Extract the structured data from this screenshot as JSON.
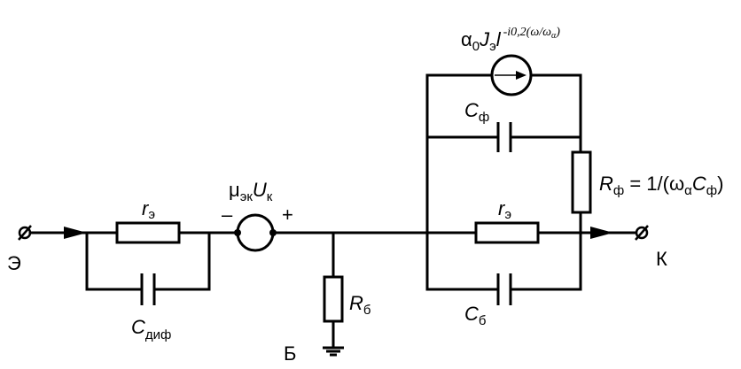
{
  "terminals": {
    "emitter": "Э",
    "collector": "К",
    "base": "Б"
  },
  "components": {
    "r_e_left": {
      "main": "r",
      "sub": "э"
    },
    "c_dif": {
      "main": "C",
      "sub": "диф"
    },
    "mu_source": {
      "main": "μ",
      "sub1": "эк",
      "main2": "U",
      "sub2": "к"
    },
    "mu_minus": "–",
    "mu_plus": "+",
    "r_b": {
      "main": "R",
      "sub": "б"
    },
    "c_f": {
      "main": "C",
      "sub": "ф"
    },
    "r_e_right": {
      "main": "r",
      "sub": "э"
    },
    "c_b": {
      "main": "C",
      "sub": "б"
    },
    "current_source": {
      "alpha": "α",
      "alpha_sub": "0",
      "j": "J",
      "j_sub": "э",
      "rest": "l",
      "exp": "-i0,2(ω/ω",
      "exp_sub": "α",
      "exp_close": ")"
    },
    "r_f_formula": {
      "r": "R",
      "r_sub": "ф",
      "eq": " = 1/(ω",
      "w_sub": "α",
      "c": "C",
      "c_sub": "ф",
      "close": ")"
    }
  }
}
